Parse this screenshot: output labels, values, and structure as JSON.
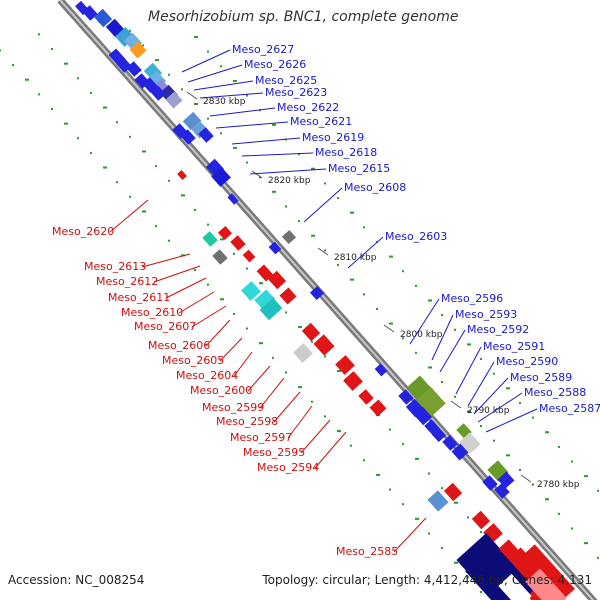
{
  "title": "Mesorhizobium sp. BNC1, complete genome",
  "accession": "Accession: NC_008254",
  "topology": "Topology: circular; Length: 4,412,446 bp; Genes: 4,131",
  "colors": {
    "forward": "#1a1adc",
    "reverse": "#e01515",
    "label_forward": "#1a1acc",
    "label_reverse": "#cc1010",
    "dots": "#2a9a2a",
    "backbone": "#8a8a8a"
  },
  "ticks": [
    "2830 kbp",
    "2820 kbp",
    "2810 kbp",
    "2800 kbp",
    "2790 kbp",
    "2780 kbp"
  ],
  "forward_labels": [
    "Meso_2627",
    "Meso_2626",
    "Meso_2625",
    "Meso_2623",
    "Meso_2622",
    "Meso_2621",
    "Meso_2619",
    "Meso_2618",
    "Meso_2615",
    "Meso_2608",
    "Meso_2603",
    "Meso_2596",
    "Meso_2593",
    "Meso_2592",
    "Meso_2591",
    "Meso_2590",
    "Meso_2589",
    "Meso_2588",
    "Meso_2587"
  ],
  "reverse_labels": [
    "Meso_2620",
    "Meso_2613",
    "Meso_2612",
    "Meso_2611",
    "Meso_2610",
    "Meso_2607",
    "Meso_2606",
    "Meso_2605",
    "Meso_2604",
    "Meso_2600",
    "Meso_2599",
    "Meso_2598",
    "Meso_2597",
    "Meso_2595",
    "Meso_2594",
    "Meso_2585"
  ]
}
